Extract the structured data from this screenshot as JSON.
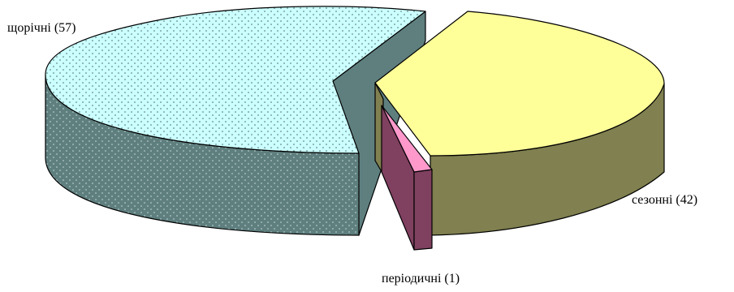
{
  "chart_data": {
    "type": "pie",
    "title": "",
    "three_d": true,
    "exploded": true,
    "legend": "none",
    "slices": [
      {
        "label": "щорічні (57)",
        "name": "щорічні",
        "value": 57,
        "top_color": "#ccffff",
        "side_color": "#5f7f7f",
        "pattern": "dotted"
      },
      {
        "label": "сезонні (42)",
        "name": "сезонні",
        "value": 42,
        "top_color": "#ffff99",
        "side_color": "#808050",
        "pattern": "none"
      },
      {
        "label": "періодичні (1)",
        "name": "періодичні",
        "value": 1,
        "top_color": "#ff99cc",
        "side_color": "#804060",
        "pattern": "none"
      }
    ]
  }
}
